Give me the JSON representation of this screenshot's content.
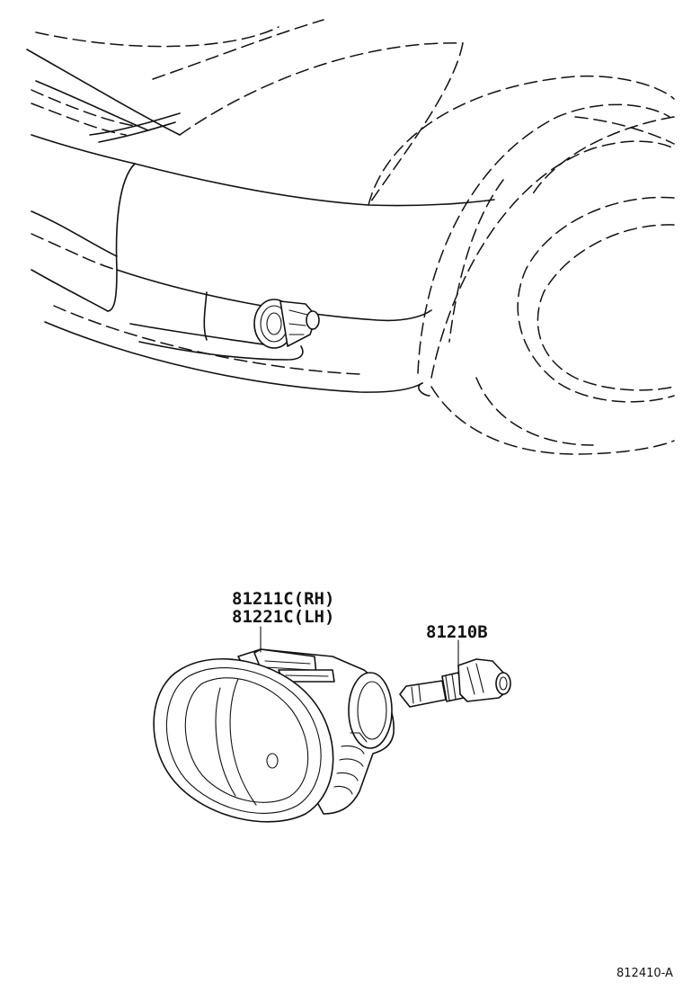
{
  "labels": {
    "fog_lamp_rh": "81211C(RH)",
    "fog_lamp_lh": "81221C(LH)",
    "bulb": "81210B",
    "diagram_ref": "812410-A"
  }
}
